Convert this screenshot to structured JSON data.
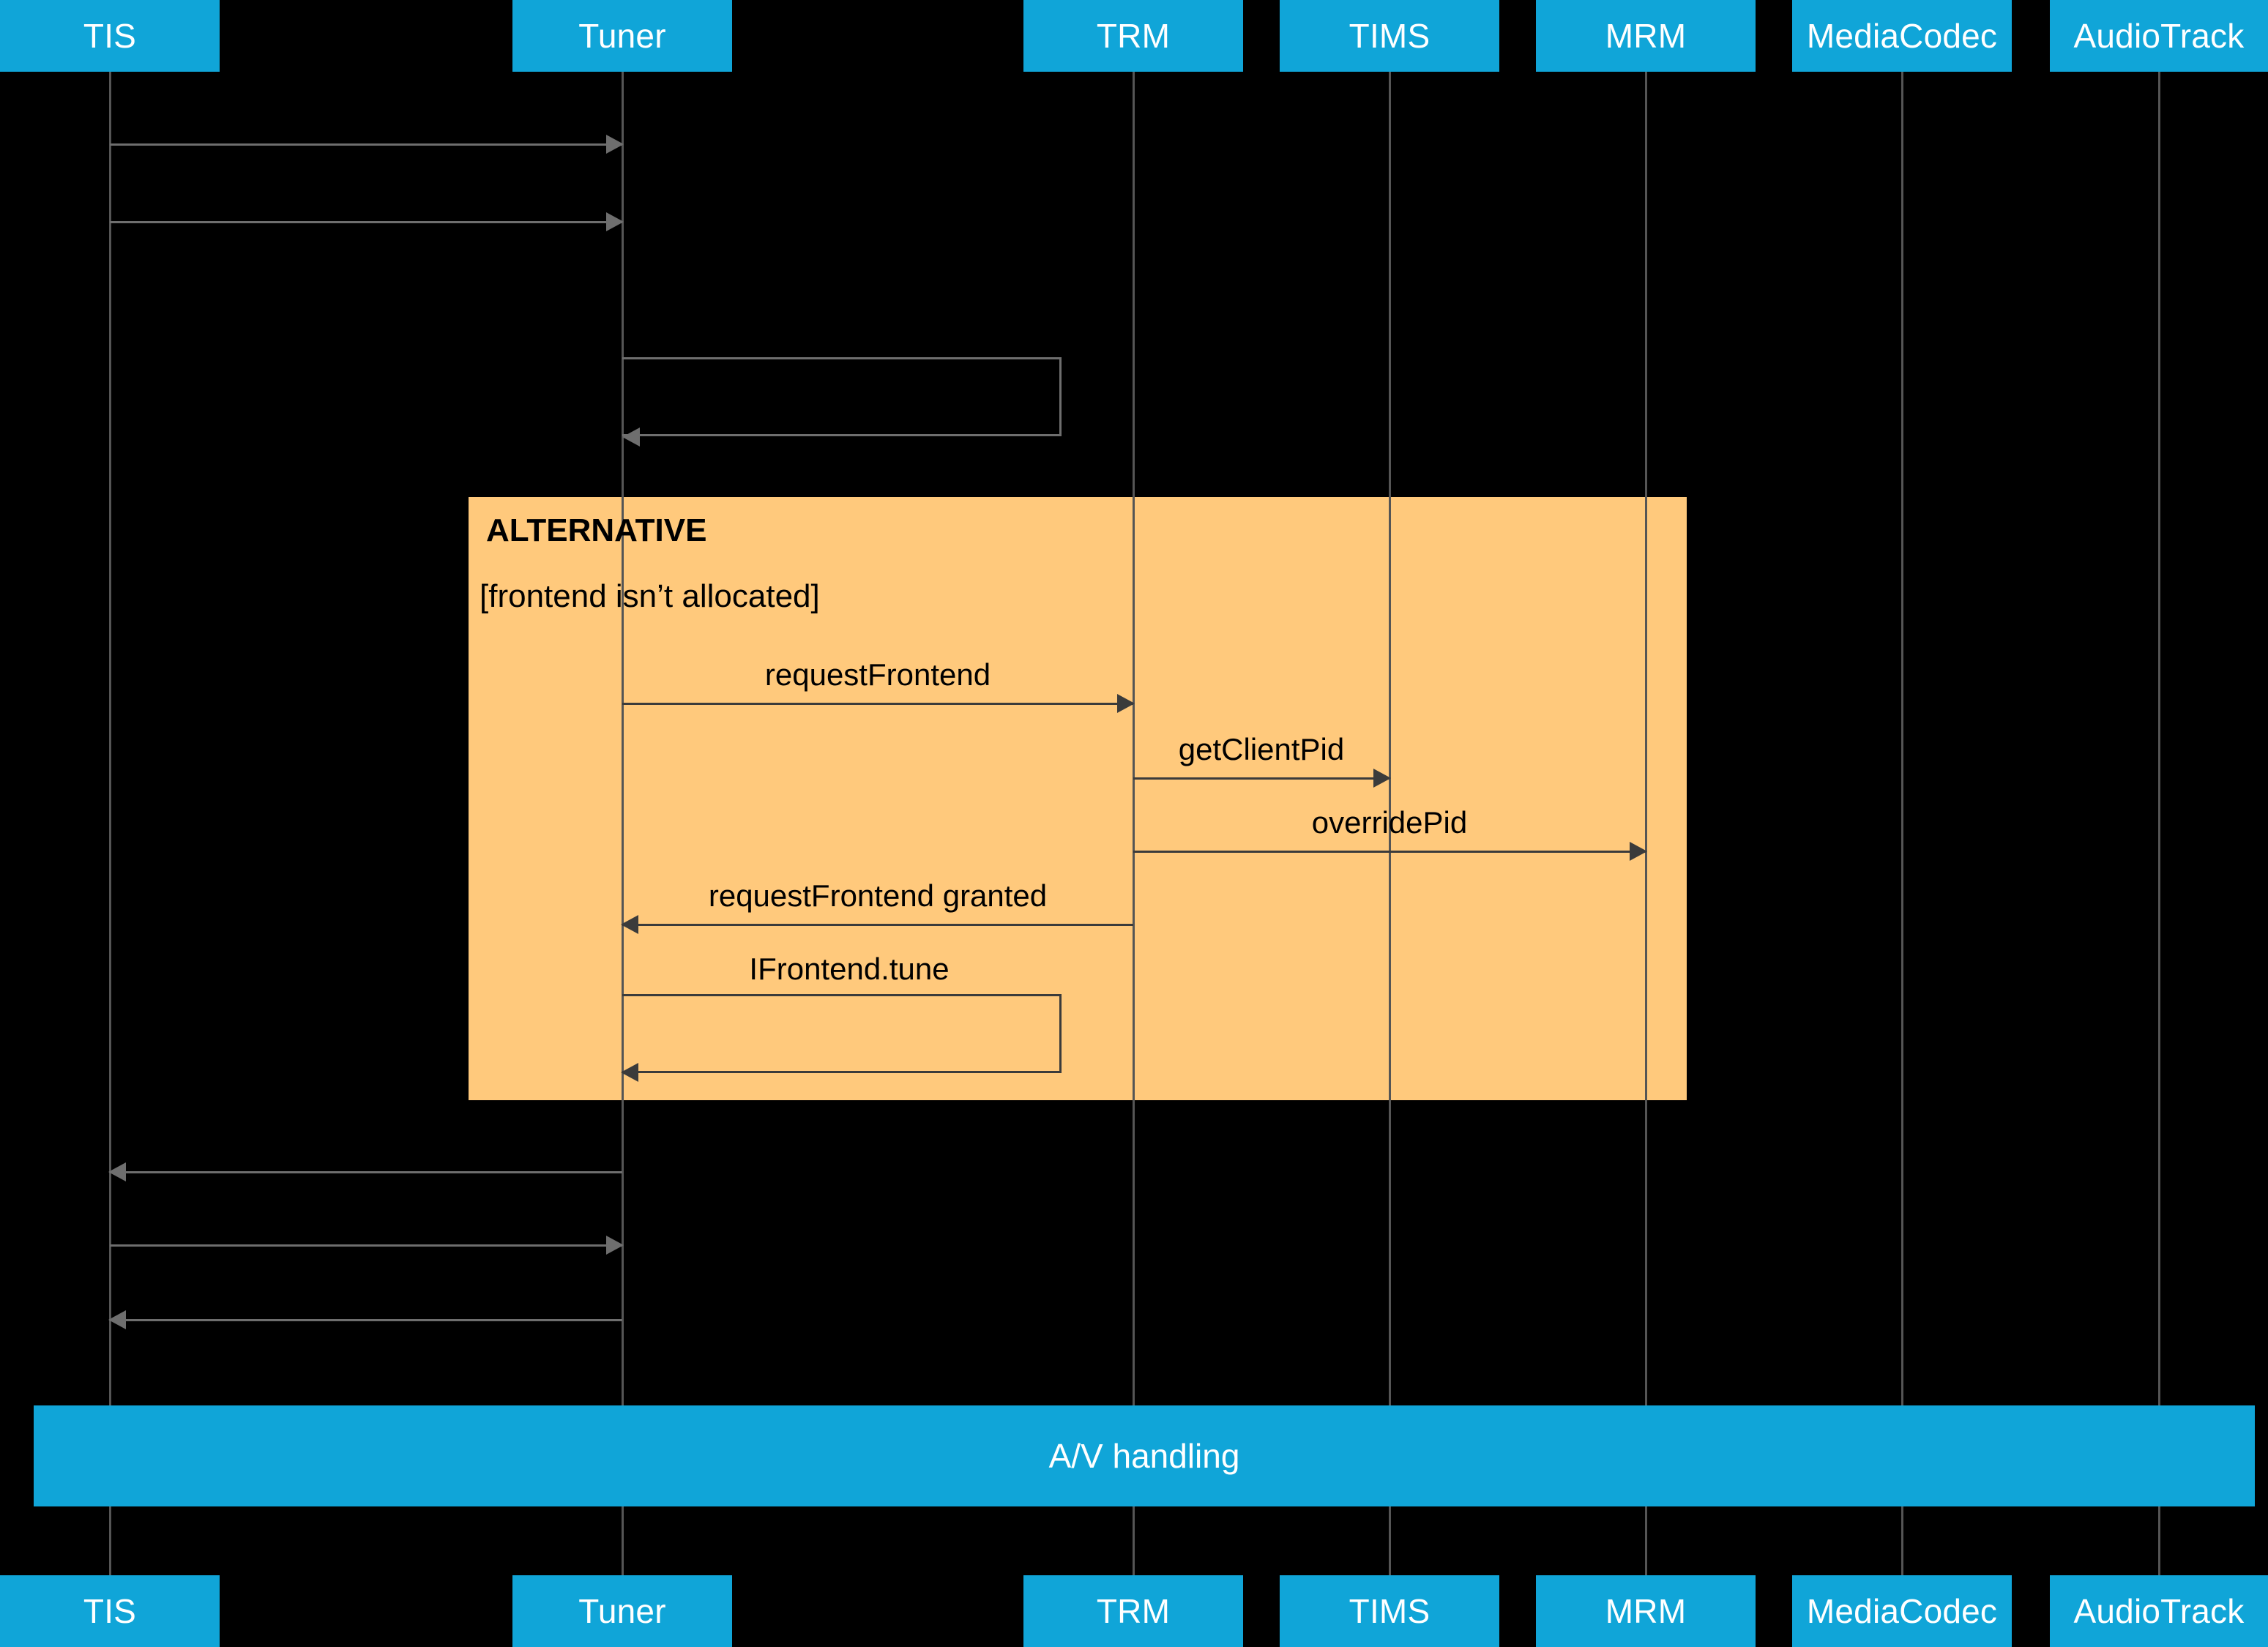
{
  "diagram": {
    "type": "uml-sequence-diagram",
    "background_color": "#000000",
    "participant_color": "#10a5d8",
    "fragment_color": "#ffc97c",
    "line_color": "#3b3b3b",
    "participants": [
      {
        "id": "tis",
        "label": "TIS"
      },
      {
        "id": "tuner",
        "label": "Tuner"
      },
      {
        "id": "trm",
        "label": "TRM"
      },
      {
        "id": "tims",
        "label": "TIMS"
      },
      {
        "id": "mrm",
        "label": "MRM"
      },
      {
        "id": "mediacodec",
        "label": "MediaCodec"
      },
      {
        "id": "audiotrack",
        "label": "AudioTrack"
      }
    ],
    "fragment": {
      "operator": "ALTERNATIVE",
      "guard": "[frontend isn’t allocated]"
    },
    "messages": [
      {
        "id": "m1",
        "label": "",
        "from": "tis",
        "to": "tuner"
      },
      {
        "id": "m2",
        "label": "",
        "from": "tis",
        "to": "tuner"
      },
      {
        "id": "m3",
        "label": "",
        "from": "tuner",
        "to": "tuner"
      },
      {
        "id": "m4",
        "label": "requestFrontend",
        "from": "tuner",
        "to": "trm"
      },
      {
        "id": "m5",
        "label": "getClientPid",
        "from": "trm",
        "to": "tims"
      },
      {
        "id": "m6",
        "label": "overridePid",
        "from": "trm",
        "to": "mrm"
      },
      {
        "id": "m7",
        "label": "requestFrontend granted",
        "from": "trm",
        "to": "tuner"
      },
      {
        "id": "m8",
        "label": "IFrontend.tune",
        "from": "tuner",
        "to": "tuner"
      },
      {
        "id": "m9",
        "label": "",
        "from": "tuner",
        "to": "tis"
      },
      {
        "id": "m10",
        "label": "",
        "from": "tis",
        "to": "tuner"
      },
      {
        "id": "m11",
        "label": "",
        "from": "tuner",
        "to": "tis"
      }
    ],
    "ref_bar": {
      "label": "A/V handling"
    }
  }
}
